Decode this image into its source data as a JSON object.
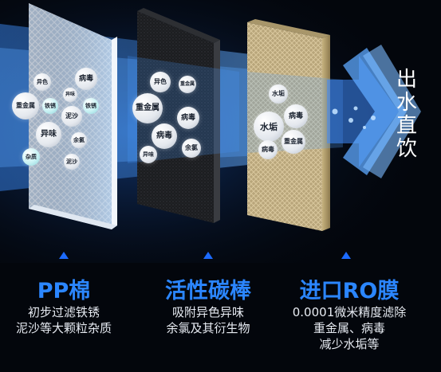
{
  "headline": "出水直饮",
  "layers": [
    {
      "title": "PP棉",
      "description": [
        "初步过滤铁锈",
        "泥沙等大颗粒杂质"
      ],
      "particles": [
        "病毒",
        "异色",
        "重金属",
        "铁锈",
        "异味",
        "泥沙",
        "铁锈",
        "余氯",
        "异味",
        "杂质",
        "泥沙"
      ]
    },
    {
      "title": "活性碳棒",
      "description": [
        "吸附异色异味",
        "余氯及其衍生物"
      ],
      "particles": [
        "异色",
        "重金属",
        "重金属",
        "病毒",
        "病毒",
        "异味",
        "余氯"
      ]
    },
    {
      "title": "进口RO膜",
      "description": [
        "0.0001微米精度滤除",
        "重金属、病毒",
        "减少水垢等"
      ],
      "particles": [
        "水垢",
        "病毒",
        "水垢",
        "病毒",
        "重金属"
      ]
    }
  ],
  "colors": {
    "background": "#03060c",
    "accent": "#2b86ff",
    "marker": "#1c6bff",
    "beam": "#2f86ff",
    "text_light": "#e7ebf2"
  }
}
